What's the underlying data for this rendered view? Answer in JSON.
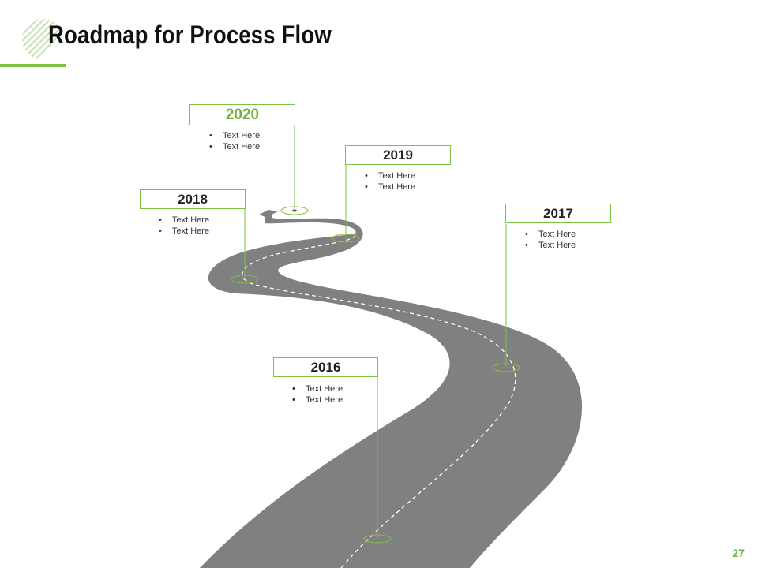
{
  "slide": {
    "title": "Roadmap for Process Flow",
    "page_number": "27",
    "accent_color": "#7cc242",
    "road_color": "#808080"
  },
  "milestones": [
    {
      "year": "2020",
      "items": [
        "Text Here",
        "Text Here"
      ]
    },
    {
      "year": "2019",
      "items": [
        "Text Here",
        "Text Here"
      ]
    },
    {
      "year": "2018",
      "items": [
        "Text Here",
        "Text Here"
      ]
    },
    {
      "year": "2017",
      "items": [
        "Text Here",
        "Text Here"
      ]
    },
    {
      "year": "2016",
      "items": [
        "Text Here",
        "Text Here"
      ]
    }
  ]
}
